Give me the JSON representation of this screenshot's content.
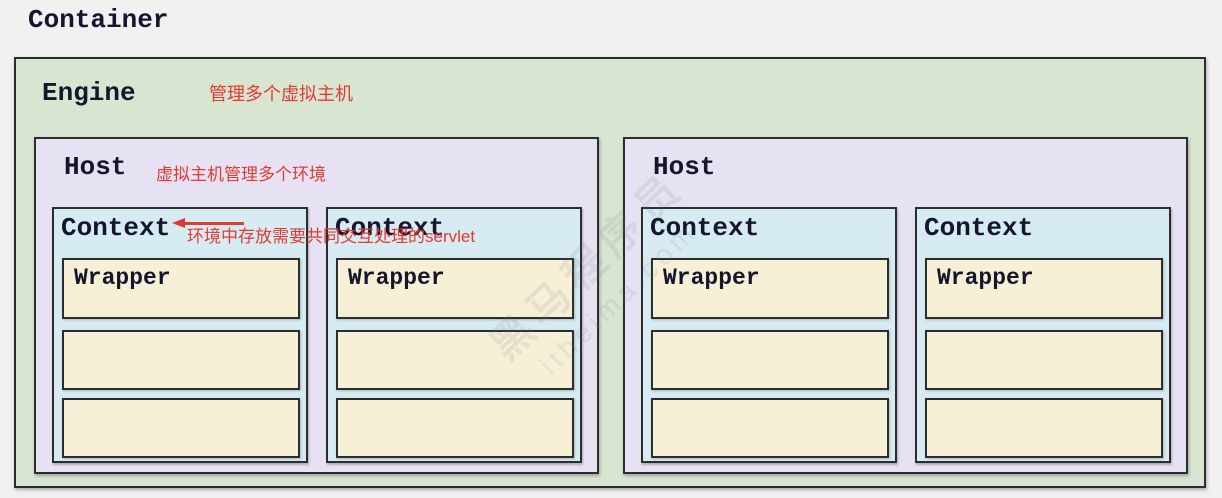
{
  "container": {
    "label": "Container"
  },
  "engine": {
    "label": "Engine",
    "annotation": "管理多个虚拟主机",
    "hosts": [
      {
        "label": "Host",
        "annotation": "虚拟主机管理多个环境",
        "contexts": [
          {
            "label": "Context",
            "annotation": "环境中存放需要共同交互处理的servlet",
            "wrappers": [
              "Wrapper",
              "",
              ""
            ]
          },
          {
            "label": "Context",
            "wrappers": [
              "Wrapper",
              "",
              ""
            ]
          }
        ]
      },
      {
        "label": "Host",
        "contexts": [
          {
            "label": "Context",
            "wrappers": [
              "Wrapper",
              "",
              ""
            ]
          },
          {
            "label": "Context",
            "wrappers": [
              "Wrapper",
              "",
              ""
            ]
          }
        ]
      }
    ]
  },
  "watermark": {
    "line1": "黑马程序员",
    "line2": "itheima.com"
  },
  "colors": {
    "page_bg": "#f1f1f2",
    "engine_bg": "#d7e5d1",
    "host_bg": "#e7e2f3",
    "context_bg": "#d7ebf3",
    "wrapper_bg": "#f6f1d6",
    "border": "#2d2d2d",
    "label_text": "#15152e",
    "annotation_red": "#e23a30"
  }
}
